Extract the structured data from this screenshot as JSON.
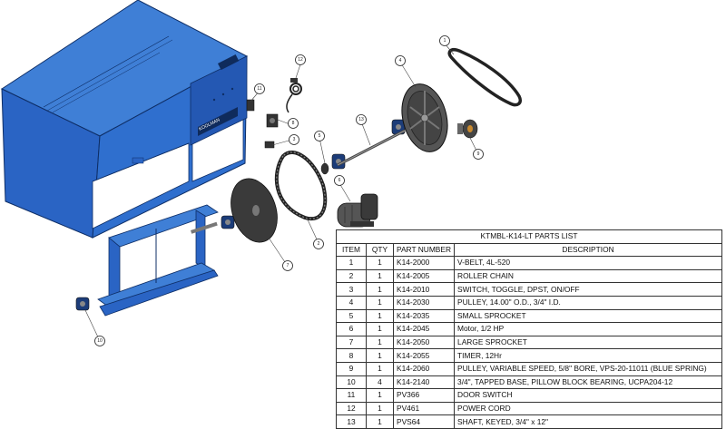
{
  "machine": {
    "brand_label": "KOOLMAN"
  },
  "callouts": [
    "1",
    "2",
    "3",
    "4",
    "5",
    "6",
    "7",
    "8",
    "9",
    "10",
    "11",
    "12",
    "13"
  ],
  "parts_list": {
    "title": "KTMBL-K14-LT PARTS LIST",
    "headers": [
      "ITEM",
      "QTY",
      "PART NUMBER",
      "DESCRIPTION"
    ],
    "rows": [
      {
        "item": "1",
        "qty": "1",
        "part": "K14-2000",
        "desc": "V-BELT, 4L-520"
      },
      {
        "item": "2",
        "qty": "1",
        "part": "K14-2005",
        "desc": "ROLLER CHAIN"
      },
      {
        "item": "3",
        "qty": "1",
        "part": "K14-2010",
        "desc": "SWITCH, TOGGLE, DPST, ON/OFF"
      },
      {
        "item": "4",
        "qty": "1",
        "part": "K14-2030",
        "desc": "PULLEY, 14.00\" O.D., 3/4\" I.D."
      },
      {
        "item": "5",
        "qty": "1",
        "part": "K14-2035",
        "desc": "SMALL SPROCKET"
      },
      {
        "item": "6",
        "qty": "1",
        "part": "K14-2045",
        "desc": "Motor, 1/2 HP"
      },
      {
        "item": "7",
        "qty": "1",
        "part": "K14-2050",
        "desc": "LARGE SPROCKET"
      },
      {
        "item": "8",
        "qty": "1",
        "part": "K14-2055",
        "desc": "TIMER, 12Hr"
      },
      {
        "item": "9",
        "qty": "1",
        "part": "K14-2060",
        "desc": "PULLEY, VARIABLE SPEED, 5/8\" BORE, VPS-20-11011 (BLUE SPRING)"
      },
      {
        "item": "10",
        "qty": "4",
        "part": "K14-2140",
        "desc": "3/4\", TAPPED BASE, PILLOW BLOCK BEARING, UCPA204-12"
      },
      {
        "item": "11",
        "qty": "1",
        "part": "PV366",
        "desc": "DOOR SWITCH"
      },
      {
        "item": "12",
        "qty": "1",
        "part": "PV461",
        "desc": "POWER CORD"
      },
      {
        "item": "13",
        "qty": "1",
        "part": "PVS64",
        "desc": "SHAFT, KEYED, 3/4\" x 12\""
      }
    ]
  }
}
